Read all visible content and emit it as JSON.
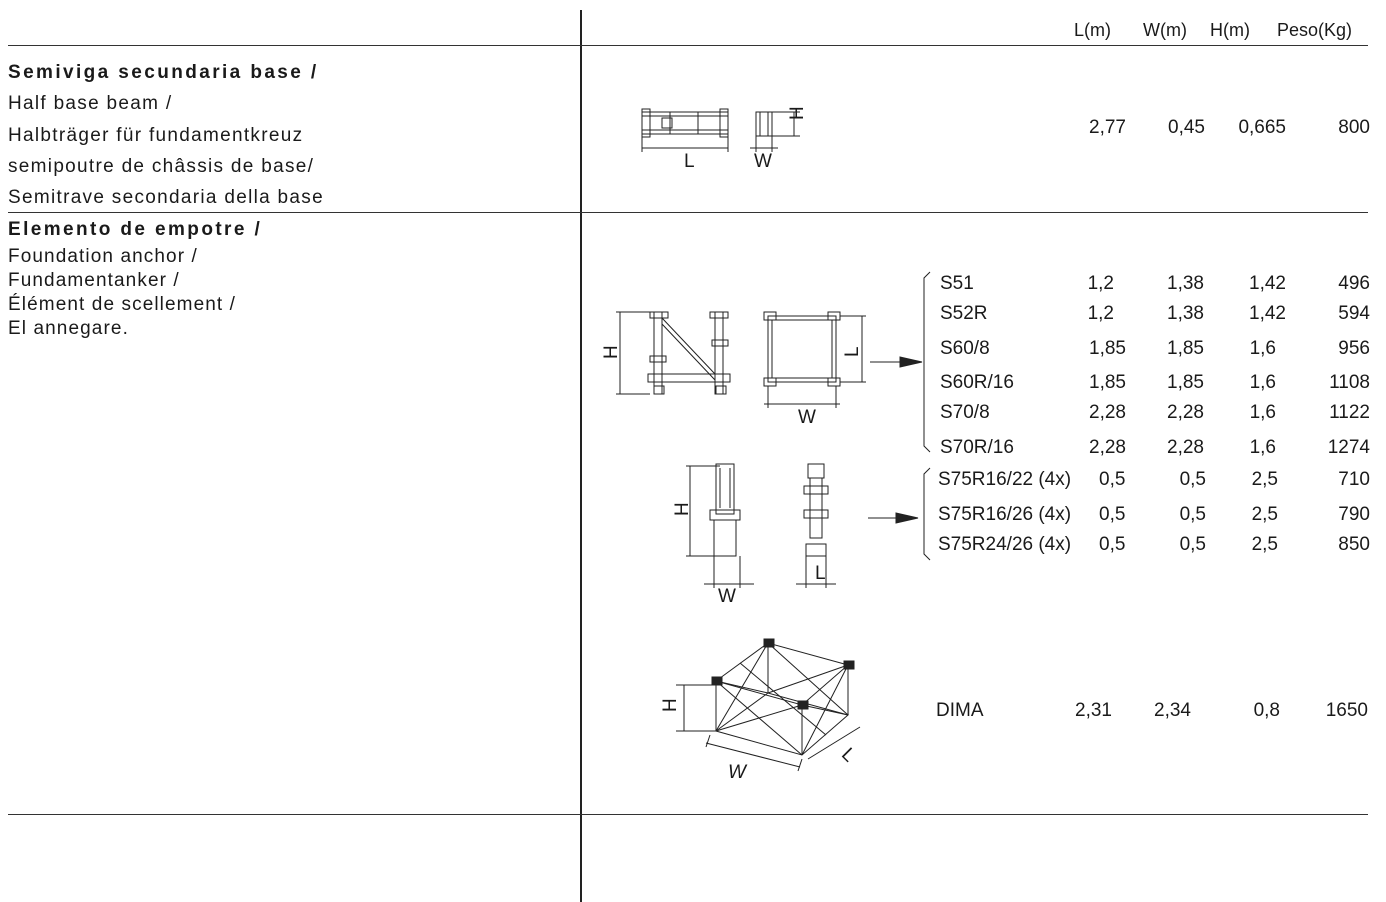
{
  "columns": {
    "l": "L(m)",
    "w": "W(m)",
    "h": "H(m)",
    "peso": "Peso(Kg)"
  },
  "section1": {
    "title": "Semiviga secundaria base /",
    "subtitles": [
      "Half base beam /",
      "Halbträger für fundamentkreuz",
      "semipoutre de châssis de base/",
      "Semitrave secondaria della base"
    ],
    "row": {
      "l": "2,77",
      "w": "0,45",
      "h": "0,665",
      "peso": "800"
    },
    "dims": {
      "l": "L",
      "w": "W",
      "h": "H"
    }
  },
  "section2": {
    "title": "Elemento de empotre /",
    "subtitles": [
      "Foundation anchor /",
      "Fundamentanker /",
      "Élément de scellement /",
      "El annegare."
    ],
    "group1": [
      {
        "name": "S51",
        "l": "1,2",
        "w": "1,38",
        "h": "1,42",
        "peso": "496"
      },
      {
        "name": "S52R",
        "l": "1,2",
        "w": "1,38",
        "h": "1,42",
        "peso": "594"
      },
      {
        "name": "S60/8",
        "l": "1,85",
        "w": "1,85",
        "h": "1,6",
        "peso": "956"
      },
      {
        "name": "S60R/16",
        "l": "1,85",
        "w": "1,85",
        "h": "1,6",
        "peso": "1108"
      },
      {
        "name": "S70/8",
        "l": "2,28",
        "w": "2,28",
        "h": "1,6",
        "peso": "1122"
      },
      {
        "name": "S70R/16",
        "l": "2,28",
        "w": "2,28",
        "h": "1,6",
        "peso": "1274"
      }
    ],
    "group2": [
      {
        "name": "S75R16/22 (4x)",
        "l": "0,5",
        "w": "0,5",
        "h": "2,5",
        "peso": "710"
      },
      {
        "name": "S75R16/26 (4x)",
        "l": "0,5",
        "w": "0,5",
        "h": "2,5",
        "peso": "790"
      },
      {
        "name": "S75R24/26 (4x)",
        "l": "0,5",
        "w": "0,5",
        "h": "2,5",
        "peso": "850"
      }
    ],
    "dima": {
      "name": "DIMA",
      "l": "2,31",
      "w": "2,34",
      "h": "0,8",
      "peso": "1650"
    },
    "dims": {
      "l": "L",
      "w": "W",
      "h": "H"
    }
  }
}
